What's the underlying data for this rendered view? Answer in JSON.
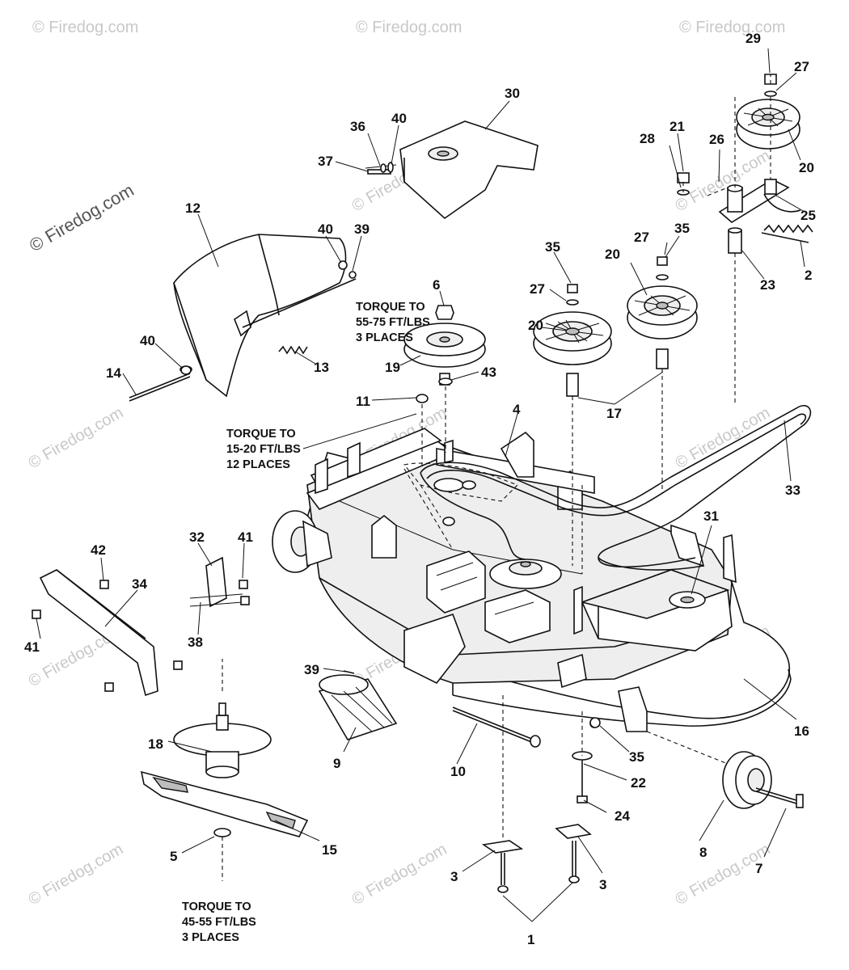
{
  "watermarks": {
    "repeated": "© Firedog.com",
    "main": "© Firedog.com"
  },
  "notes": {
    "torque_bolts": [
      "TORQUE TO",
      "55-75 FT/LBS",
      "3 PLACES"
    ],
    "torque_deck": [
      "TORQUE TO",
      "15-20 FT/LBS",
      "12 PLACES"
    ],
    "torque_blade": [
      "TORQUE TO",
      "45-55 FT/LBS",
      "3 PLACES"
    ]
  },
  "callouts": {
    "c29": "29",
    "c27a": "27",
    "c21": "21",
    "c28": "28",
    "c26": "26",
    "c20a": "20",
    "c25": "25",
    "c2": "2",
    "c23": "23",
    "c27b": "27",
    "c35a": "35",
    "c20b": "20",
    "c35b": "35",
    "c27c": "27",
    "c20c": "20",
    "c17": "17",
    "c30": "30",
    "c36": "36",
    "c40a": "40",
    "c37": "37",
    "c12": "12",
    "c40b": "40",
    "c39a": "39",
    "c6": "6",
    "c19": "19",
    "c43": "43",
    "c40c": "40",
    "c14": "14",
    "c13": "13",
    "c11": "11",
    "c4": "4",
    "c33": "33",
    "c31": "31",
    "c32": "32",
    "c41a": "41",
    "c42": "42",
    "c34": "34",
    "c41b": "41",
    "c38": "38",
    "c39b": "39",
    "c16": "16",
    "c18": "18",
    "c9": "9",
    "c10": "10",
    "c35c": "35",
    "c22": "22",
    "c24": "24",
    "c15": "15",
    "c5": "5",
    "c3a": "3",
    "c3b": "3",
    "c8": "8",
    "c7": "7",
    "c1": "1"
  }
}
